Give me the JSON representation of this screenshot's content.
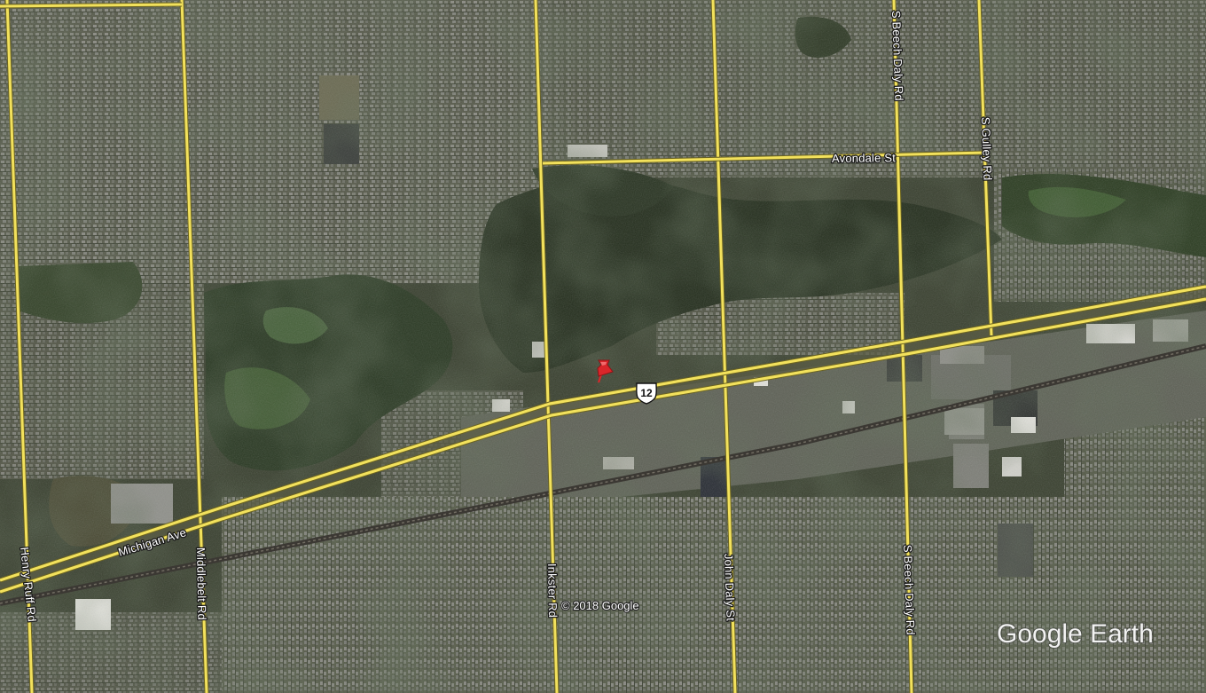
{
  "map": {
    "provider_watermark": "Google Earth",
    "copyright": "© 2018 Google",
    "colors": {
      "imagery_base": "#3a4130",
      "residential": "#5c6050",
      "forest": "#25301f",
      "commercial": "#7c7f76",
      "road": "#f2e15c",
      "road_outline": "#6b6322",
      "railway": "#4a4540",
      "pin": "#d9262a"
    },
    "roads": [
      {
        "name": "Henry Ruff Rd"
      },
      {
        "name": "Middlebelt Rd"
      },
      {
        "name": "Inkster Rd"
      },
      {
        "name": "John Daly St"
      },
      {
        "name": "S Beech Daly Rd",
        "segment": "south"
      },
      {
        "name": "S Beech Daly Rd",
        "segment": "north"
      },
      {
        "name": "S Gulley Rd"
      },
      {
        "name": "Avondale St"
      },
      {
        "name": "Michigan Ave"
      }
    ],
    "route_shield": {
      "number": "12",
      "icon": "us-route-shield-icon"
    },
    "marker": {
      "icon": "pushpin-icon",
      "color": "#d9262a"
    }
  }
}
